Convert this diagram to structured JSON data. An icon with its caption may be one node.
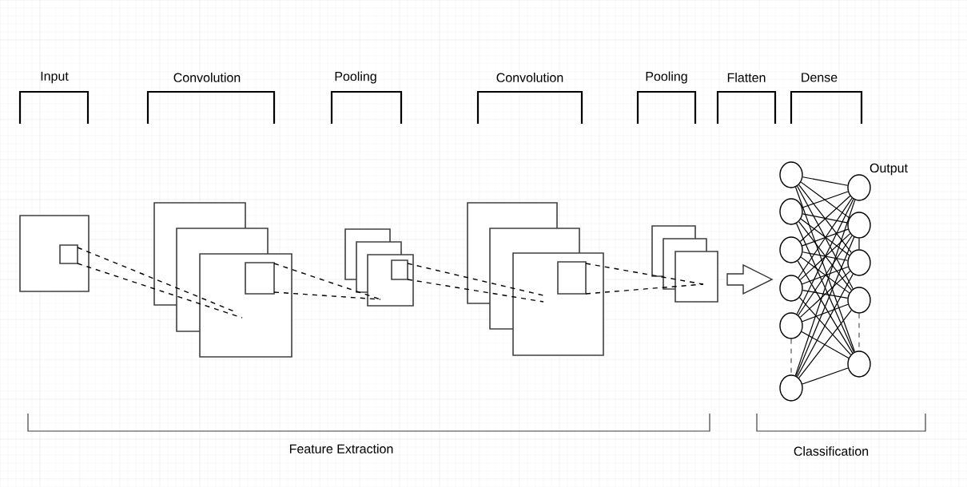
{
  "diagram": {
    "nodes": [
      {
        "text": [],
        "shape": "circle"
      },
      {
        "text": [],
        "shape": "circle"
      },
      {
        "text": [],
        "shape": "circle"
      },
      {
        "text": [],
        "shape": "circle"
      },
      {
        "text": [],
        "shape": "circle"
      },
      {
        "text": [],
        "shape": "circle"
      },
      {
        "text": [],
        "shape": "circle"
      },
      {
        "text": [],
        "shape": "circle"
      },
      {
        "text": [],
        "shape": "circle"
      },
      {
        "text": [],
        "shape": "circle"
      },
      {
        "text": [],
        "shape": "circle"
      }
    ],
    "edges": [
      {
        "from": 0,
        "to": 6,
        "arrow": "none"
      },
      {
        "from": 0,
        "to": 7,
        "arrow": "none"
      },
      {
        "from": 0,
        "to": 8,
        "arrow": "none"
      },
      {
        "from": 0,
        "to": 9,
        "arrow": "none"
      },
      {
        "from": 0,
        "to": 10,
        "arrow": "none"
      },
      {
        "from": 1,
        "to": 6,
        "arrow": "none"
      },
      {
        "from": 1,
        "to": 7,
        "arrow": "none"
      },
      {
        "from": 1,
        "to": 8,
        "arrow": "none"
      },
      {
        "from": 1,
        "to": 9,
        "arrow": "none"
      },
      {
        "from": 1,
        "to": 10,
        "arrow": "none"
      },
      {
        "from": 2,
        "to": 6,
        "arrow": "none"
      },
      {
        "from": 2,
        "to": 7,
        "arrow": "none"
      },
      {
        "from": 2,
        "to": 8,
        "arrow": "none"
      },
      {
        "from": 2,
        "to": 9,
        "arrow": "none"
      },
      {
        "from": 2,
        "to": 10,
        "arrow": "none"
      },
      {
        "from": 3,
        "to": 6,
        "arrow": "none"
      },
      {
        "from": 3,
        "to": 7,
        "arrow": "none"
      },
      {
        "from": 3,
        "to": 8,
        "arrow": "none"
      },
      {
        "from": 3,
        "to": 9,
        "arrow": "none"
      },
      {
        "from": 3,
        "to": 10,
        "arrow": "none"
      },
      {
        "from": 4,
        "to": 6,
        "arrow": "none"
      },
      {
        "from": 4,
        "to": 7,
        "arrow": "none"
      },
      {
        "from": 4,
        "to": 8,
        "arrow": "none"
      },
      {
        "from": 4,
        "to": 9,
        "arrow": "none"
      },
      {
        "from": 4,
        "to": 10,
        "arrow": "none"
      },
      {
        "from": 5,
        "to": 6,
        "arrow": "none"
      },
      {
        "from": 5,
        "to": 7,
        "arrow": "none"
      },
      {
        "from": 5,
        "to": 8,
        "arrow": "none"
      },
      {
        "from": 5,
        "to": 9,
        "arrow": "none"
      },
      {
        "from": 5,
        "to": 10,
        "arrow": "none"
      },
      {
        "from": 4,
        "to": 5,
        "arrow": "none",
        "style": "dashed"
      },
      {
        "from": 7,
        "to": 8,
        "arrow": "none"
      },
      {
        "from": 9,
        "to": 10,
        "arrow": "none",
        "style": "dashed"
      }
    ],
    "labels": [
      "Input",
      "Convolution",
      "Pooling",
      "Convolution",
      "Pooling",
      "Flatten",
      "Dense",
      "Output",
      "Feature Extraction",
      "Classification"
    ]
  }
}
